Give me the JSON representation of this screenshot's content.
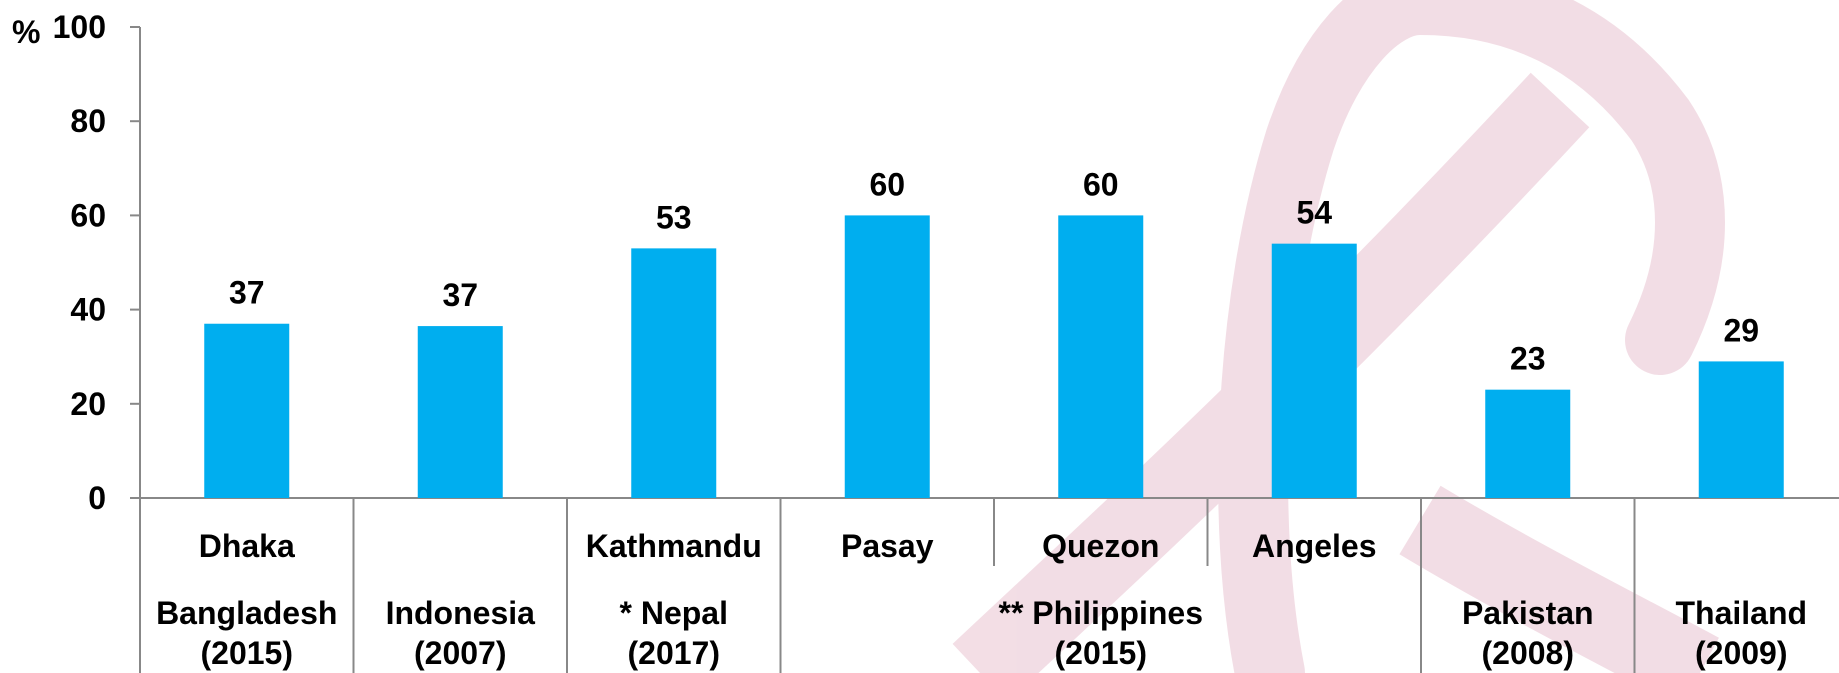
{
  "chart_data": {
    "type": "bar",
    "ylabel": "%",
    "ylim": [
      0,
      100
    ],
    "yticks": [
      0,
      20,
      40,
      60,
      80,
      100
    ],
    "grid": false,
    "bar_color": "#00aeef",
    "bars": [
      {
        "label": "Dhaka",
        "value": 37,
        "value_label": "37"
      },
      {
        "label": "",
        "value": 36.5,
        "value_label": "37"
      },
      {
        "label": "Kathmandu",
        "value": 53,
        "value_label": "53"
      },
      {
        "label": "Pasay",
        "value": 60,
        "value_label": "60"
      },
      {
        "label": "Quezon",
        "value": 60,
        "value_label": "60"
      },
      {
        "label": "Angeles",
        "value": 54,
        "value_label": "54"
      },
      {
        "label": "",
        "value": 23,
        "value_label": "23"
      },
      {
        "label": "",
        "value": 29,
        "value_label": "29"
      }
    ],
    "groups": [
      {
        "name": "Bangladesh",
        "year": "(2015)"
      },
      {
        "name": "Indonesia",
        "year": "(2007)"
      },
      {
        "name": "* Nepal",
        "year": "(2017)"
      },
      {
        "name": "** Philippines",
        "year": "(2015)"
      },
      {
        "name": "Pakistan",
        "year": "(2008)"
      },
      {
        "name": "Thailand",
        "year": "(2009)"
      }
    ]
  },
  "watermark": {
    "color": "#e9c3d0"
  }
}
